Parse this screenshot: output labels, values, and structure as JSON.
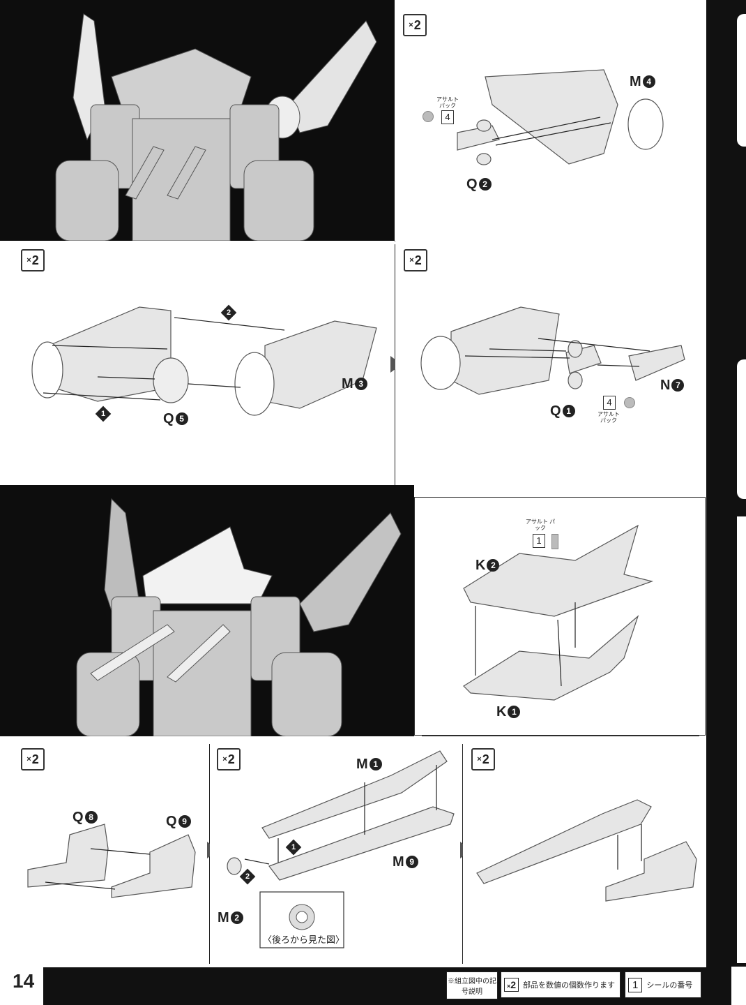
{
  "page_number": "14",
  "multiplier_label": "2",
  "multiplier_prefix": "×",
  "panels": {
    "p1": {
      "parts": [
        {
          "label": "M",
          "num": "4"
        },
        {
          "label": "Q",
          "num": "2"
        }
      ],
      "sticker": {
        "pack": "アサルト パック",
        "num": "4"
      }
    },
    "p2": {
      "parts": [
        {
          "label": "M",
          "num": "3"
        },
        {
          "label": "Q",
          "num": "5"
        }
      ],
      "steps": [
        "1",
        "2"
      ]
    },
    "p3": {
      "parts": [
        {
          "label": "N",
          "num": "7"
        },
        {
          "label": "Q",
          "num": "1"
        }
      ],
      "sticker": {
        "pack": "アサルト パック",
        "num": "4"
      }
    },
    "p4": {
      "parts": [
        {
          "label": "K",
          "num": "2"
        },
        {
          "label": "K",
          "num": "1"
        }
      ],
      "sticker": {
        "pack": "アサルト パック",
        "num": "1"
      }
    },
    "p5": {
      "parts": [
        {
          "label": "Q",
          "num": "8"
        },
        {
          "label": "Q",
          "num": "9"
        }
      ]
    },
    "p6": {
      "parts": [
        {
          "label": "M",
          "num": "1"
        },
        {
          "label": "M",
          "num": "9"
        },
        {
          "label": "M",
          "num": "2"
        }
      ],
      "steps": [
        "1",
        "2"
      ],
      "inset_caption": "〈後ろから見た図〉"
    },
    "p7": {}
  },
  "footer": {
    "legend_title": "※組立図中の記号説明",
    "multiplier_text": "部品を数値の個数作ります",
    "sticker_num": "1",
    "sticker_text": "シールの番号"
  }
}
